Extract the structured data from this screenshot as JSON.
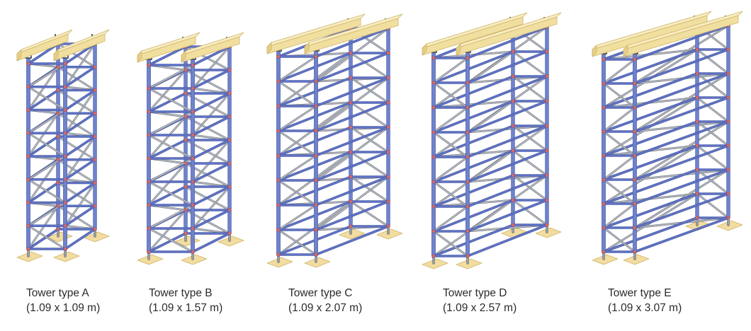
{
  "towers": [
    {
      "id": "A",
      "name": "Tower type A",
      "dims": "(1.09 x 1.09 m)"
    },
    {
      "id": "B",
      "name": "Tower type B",
      "dims": "(1.09 x 1.57 m)"
    },
    {
      "id": "C",
      "name": "Tower type C",
      "dims": "(1.09 x 2.07 m)"
    },
    {
      "id": "D",
      "name": "Tower type D",
      "dims": "(1.09 x 2.57 m)"
    },
    {
      "id": "E",
      "name": "Tower type E",
      "dims": "(1.09 x 3.07 m)"
    }
  ],
  "colors": {
    "standard": "#6f82cc",
    "standard_dark": "#4a5aa0",
    "ledger": "#5f73c4",
    "brace": "#b9bdc6",
    "brace_dark": "#6b6f78",
    "timber": "#f1dfa0",
    "timber_dark": "#cdb56a",
    "baseplate": "#f3dca0",
    "coupler": "#e06a6a"
  }
}
